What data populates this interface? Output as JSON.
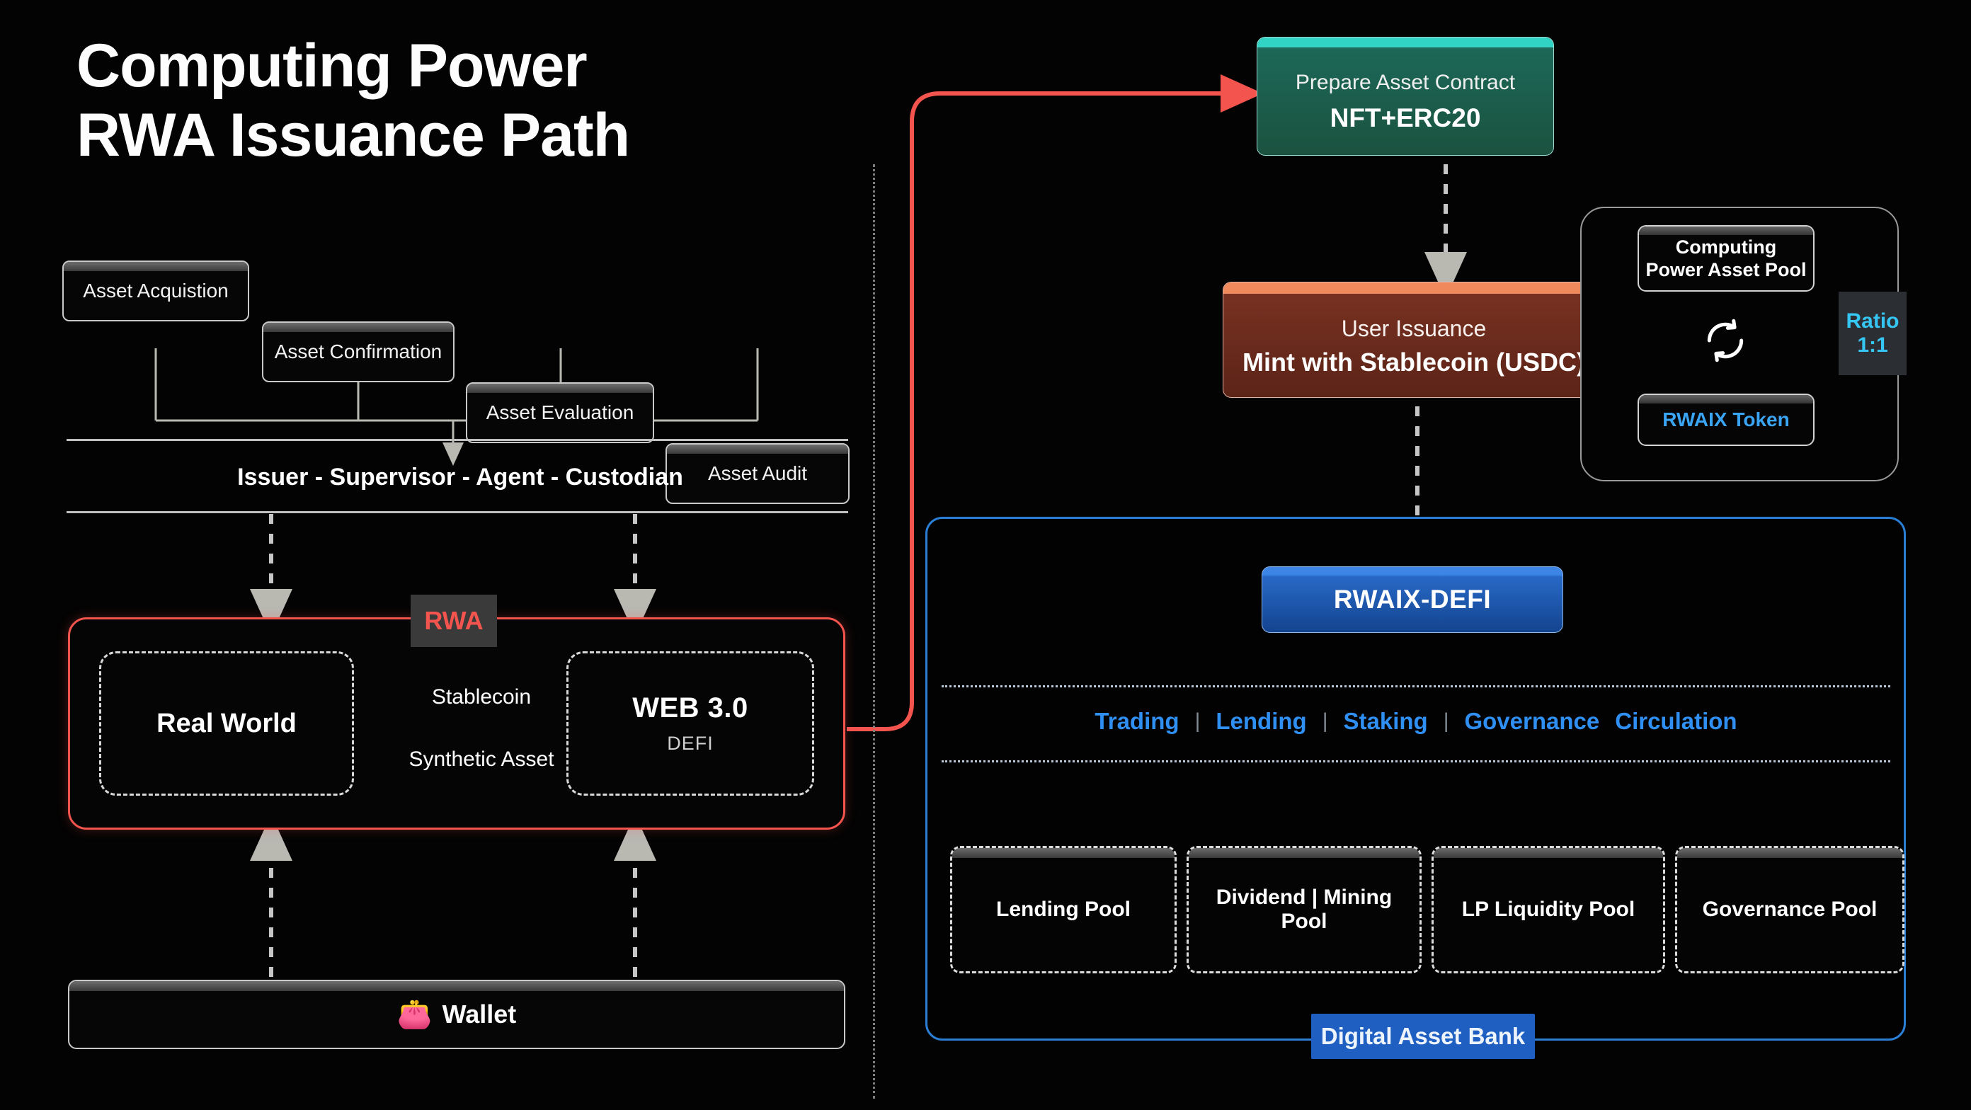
{
  "title": {
    "line1": "Computing Power",
    "line2": "RWA Issuance Path"
  },
  "left": {
    "asset_steps": [
      {
        "label": "Asset Acquistion"
      },
      {
        "label": "Asset Confirmation"
      },
      {
        "label": "Asset Evaluation"
      },
      {
        "label": "Asset Audit"
      }
    ],
    "roles_label": "Issuer - Supervisor - Agent - Custodian",
    "rwa": {
      "badge": "RWA",
      "left_node": "Real World",
      "right_node_title": "WEB 3.0",
      "right_node_sub": "DEFI",
      "bridge_top": "Stablecoin",
      "bridge_bottom": "Synthetic Asset"
    },
    "wallet": {
      "label": "Wallet",
      "icon": "wallet-emoji"
    }
  },
  "right": {
    "contract": {
      "title": "Prepare Asset Contract",
      "subtitle": "NFT+ERC20"
    },
    "issuance": {
      "title": "User Issuance",
      "subtitle": "Mint with Stablecoin (USDC)"
    },
    "pool_group": {
      "asset_pool_line1": "Computing",
      "asset_pool_line2": "Power Asset Pool",
      "sync_icon": "sync-arrows-icon",
      "token": "RWAIX Token",
      "ratio_label": "Ratio",
      "ratio_value": "1:1"
    },
    "defi": {
      "header": "RWAIX-DEFI",
      "services": [
        "Trading",
        "Lending",
        "Staking",
        "Governance",
        "Circulation"
      ],
      "pools": [
        {
          "label": "Lending Pool"
        },
        {
          "label": "Dividend | Mining Pool"
        },
        {
          "label": "LP Liquidity Pool"
        },
        {
          "label": "Governance Pool"
        }
      ],
      "bank_badge": "Digital Asset Bank"
    }
  },
  "colors": {
    "background": "#030303",
    "rwa_red": "#f4544e",
    "contract_green": "#1d6a5b",
    "contract_accent": "#31d4c4",
    "issuance_brown": "#7a3222",
    "issuance_accent": "#f08a5d",
    "defi_blue": "#2a7fd4",
    "token_blue": "#3aa4f5",
    "ratio_cyan": "#35c6f4",
    "bank_blue": "#1f5fc2"
  }
}
